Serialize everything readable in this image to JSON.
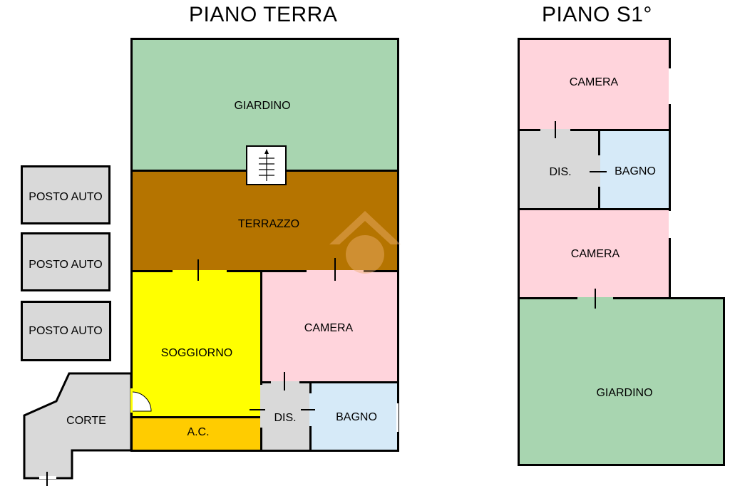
{
  "floors": {
    "ground": {
      "title": "PIANO TERRA",
      "rooms": {
        "giardino": "GIARDINO",
        "terrazzo": "TERRAZZO",
        "soggiorno": "SOGGIORNO",
        "camera": "CAMERA",
        "ac": "A.C.",
        "dis": "DIS.",
        "bagno": "BAGNO",
        "corte": "CORTE"
      },
      "parking": [
        "POSTO AUTO",
        "POSTO AUTO",
        "POSTO AUTO"
      ]
    },
    "basement": {
      "title": "PIANO S1°",
      "rooms": {
        "camera_top": "CAMERA",
        "dis": "DIS.",
        "bagno": "BAGNO",
        "camera_mid": "CAMERA",
        "giardino": "GIARDINO"
      }
    }
  },
  "colors": {
    "garden": "#a8d5b0",
    "terrace": "#b57400",
    "living": "#ffff00",
    "bedroom": "#ffd4dc",
    "storage": "#ffcc00",
    "hall": "#d9d9d9",
    "bath": "#d6eaf8",
    "watermark": "#f0b070"
  },
  "icons": {
    "stair": "stair-arrow-icon",
    "watermark": "house-logo-watermark"
  }
}
